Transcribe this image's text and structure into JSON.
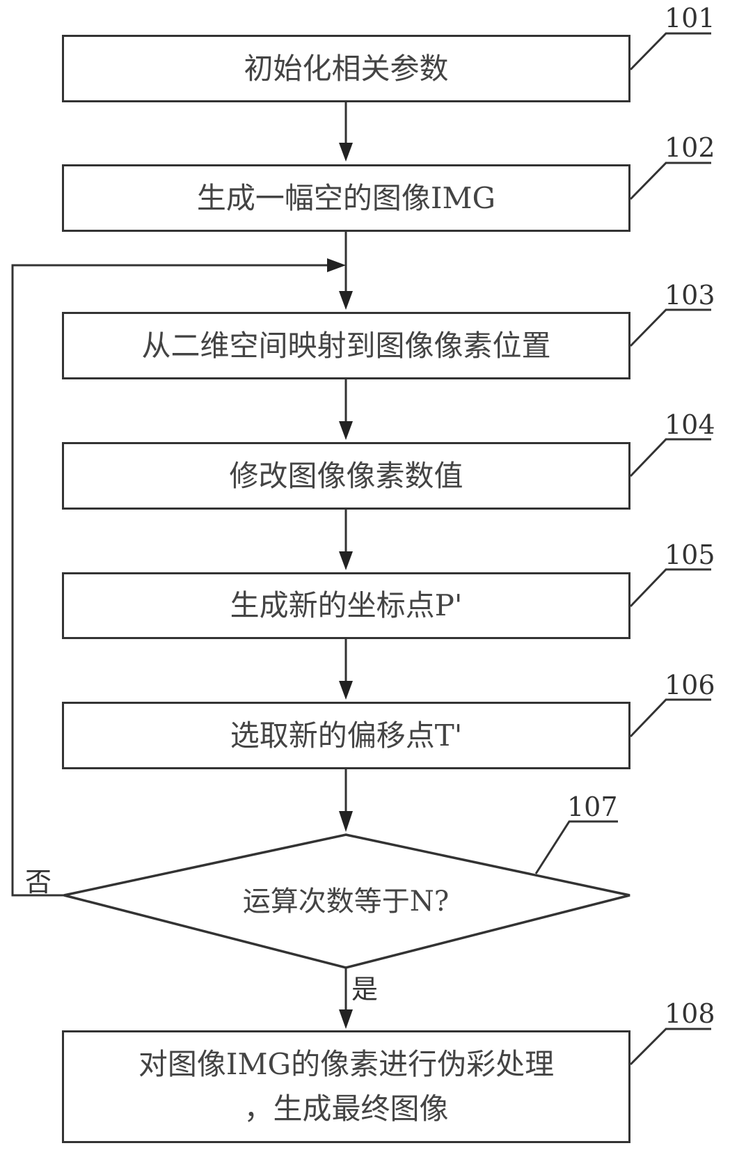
{
  "steps": [
    {
      "id": "101",
      "text": "初始化相关参数"
    },
    {
      "id": "102",
      "text": "生成一幅空的图像IMG"
    },
    {
      "id": "103",
      "text": "从二维空间映射到图像像素位置"
    },
    {
      "id": "104",
      "text": "修改图像像素数值"
    },
    {
      "id": "105",
      "text": "生成新的坐标点P'"
    },
    {
      "id": "106",
      "text": "选取新的偏移点T'"
    },
    {
      "id": "108",
      "text": "对图像IMG的像素进行伪彩处理，生成最终图像",
      "line1": "对图像IMG的像素进行伪彩处理",
      "line2": "，生成最终图像"
    }
  ],
  "decision": {
    "id": "107",
    "text": "运算次数等于N?"
  },
  "branches": {
    "no": "否",
    "yes": "是"
  }
}
